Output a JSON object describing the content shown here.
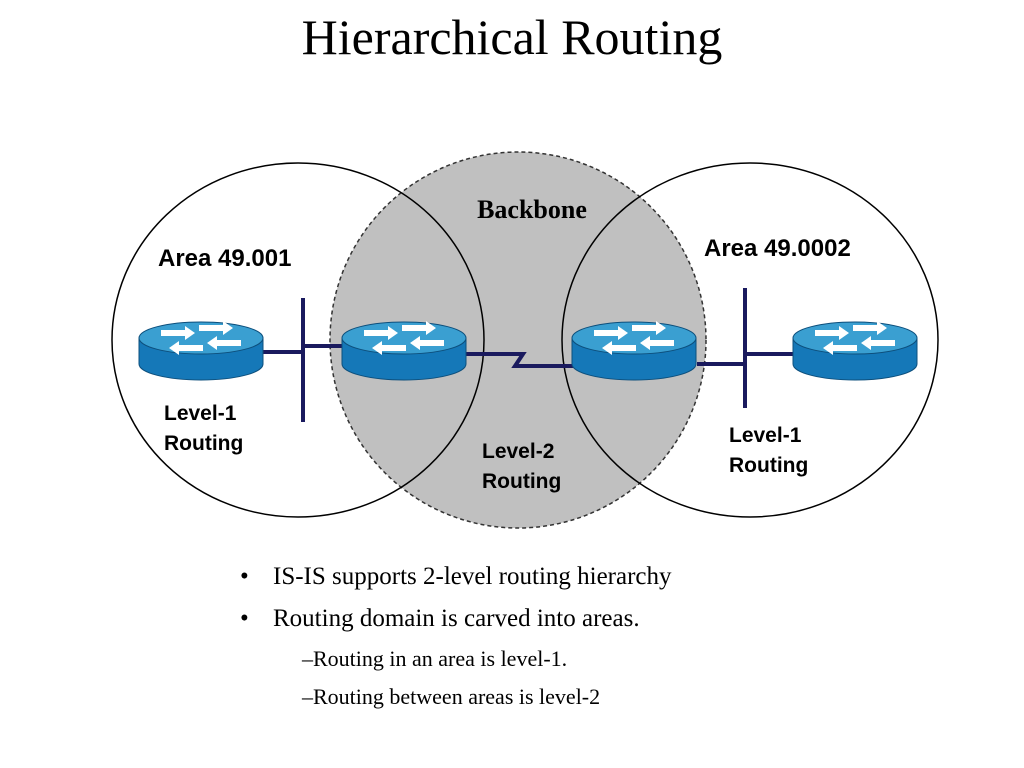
{
  "title": "Hierarchical Routing",
  "diagram": {
    "backbone_label": "Backbone",
    "area_left_label": "Area 49.001",
    "area_right_label": "Area 49.0002",
    "level1_left": [
      "Level-1",
      "Routing"
    ],
    "level2_center": [
      "Level-2",
      "Routing"
    ],
    "level1_right": [
      "Level-1",
      "Routing"
    ],
    "colors": {
      "backbone_fill": "#c0c0c0",
      "router_top": "#3a9fd1",
      "router_body": "#1578b8",
      "link": "#1a1a5e"
    },
    "icons": [
      "router-icon",
      "router-icon",
      "router-icon",
      "router-icon"
    ]
  },
  "bullets": [
    "IS-IS supports 2-level routing hierarchy",
    "Routing domain is carved into areas."
  ],
  "subbullets": [
    "–Routing in an area is  level-1.",
    "–Routing between areas is level-2"
  ],
  "bullet_glyph": "•"
}
